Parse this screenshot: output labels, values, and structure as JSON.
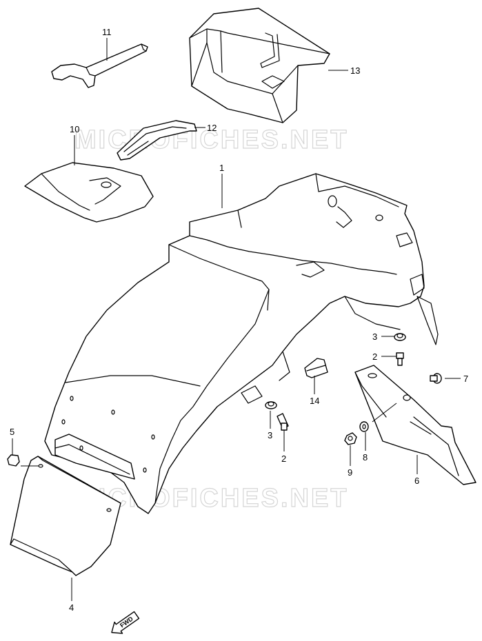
{
  "watermark": "MICROFICHES.NET",
  "fwd_label": "FWD",
  "callouts": [
    "1",
    "2",
    "2",
    "3",
    "3",
    "4",
    "5",
    "6",
    "7",
    "8",
    "9",
    "10",
    "11",
    "12",
    "13",
    "14"
  ]
}
